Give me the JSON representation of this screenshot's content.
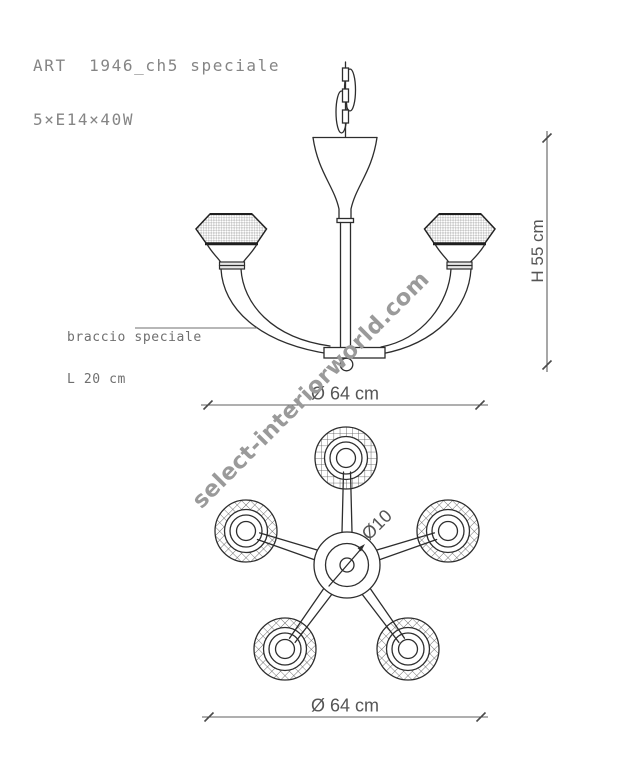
{
  "header": {
    "line1": "ART  1946_ch5 speciale",
    "line2": "5×E14×40W"
  },
  "side_view": {
    "arm_note": {
      "line1": "braccio speciale",
      "line2": "L 20 cm"
    },
    "height_dimension": "H 55 cm",
    "diameter_dimension": "Ø 64 cm"
  },
  "top_view": {
    "center_diameter": "Ø10",
    "diameter_dimension": "Ø 64 cm"
  },
  "watermark": "select-interiorworld.com",
  "colors": {
    "drawing_line": "#2d2d2d",
    "dimension_line": "#5f5f5f",
    "annotation_text": "#6f6f6f",
    "header_text": "#858585",
    "watermark_text": "#9a9a9a",
    "hatch_fill": "#c9c9c9"
  }
}
